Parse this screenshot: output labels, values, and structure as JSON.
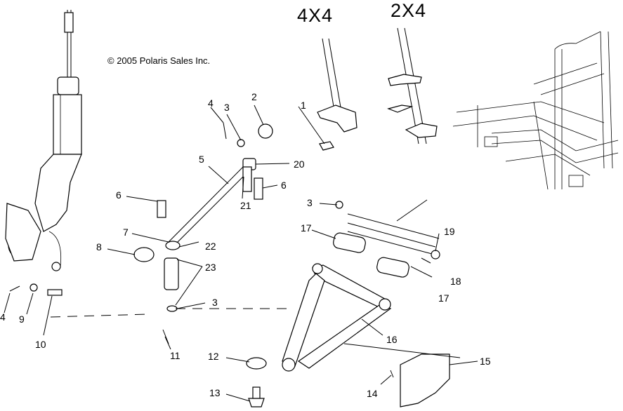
{
  "copyright": "© 2005 Polaris Sales Inc.",
  "variants": {
    "left": "4X4",
    "right": "2X4"
  },
  "callouts": {
    "c1": "1",
    "c2": "2",
    "c3a": "3",
    "c3b": "3",
    "c3c": "3",
    "c4a": "4",
    "c4b": "4",
    "c5": "5",
    "c6a": "6",
    "c6b": "6",
    "c7": "7",
    "c8": "8",
    "c9": "9",
    "c10": "10",
    "c11": "11",
    "c12": "12",
    "c13": "13",
    "c14": "14",
    "c15": "15",
    "c16": "16",
    "c17a": "17",
    "c17b": "17",
    "c18": "18",
    "c19": "19",
    "c20": "20",
    "c21": "21",
    "c22": "22",
    "c23": "23"
  }
}
